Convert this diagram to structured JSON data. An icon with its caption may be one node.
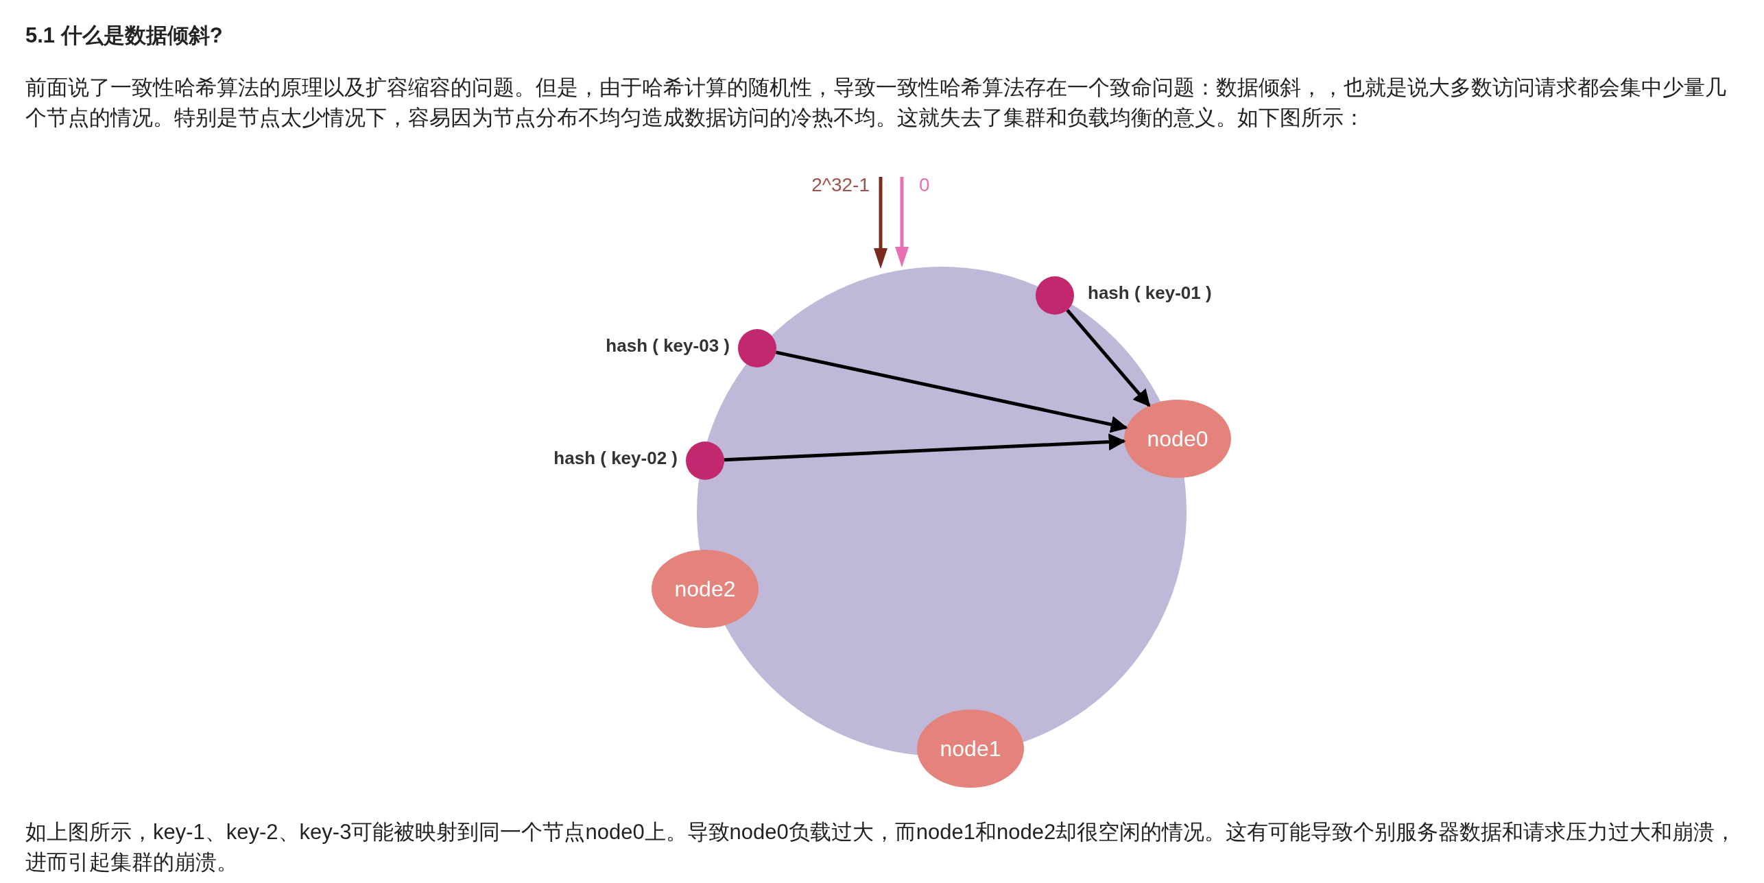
{
  "diagram": {
    "title": "5.1 什么是数据倾斜?",
    "nodes": [
      {
        "text": [],
        "shape": "circle",
        "beside": [
          "hash ( key-01 )"
        ]
      },
      {
        "text": [],
        "shape": "circle",
        "beside": [
          "hash ( key-03 )"
        ]
      },
      {
        "text": [
          "node0"
        ]
      },
      {
        "text": [],
        "shape": "circle",
        "beside": [
          "hash ( key-02 )"
        ]
      },
      {
        "text": [
          "node2"
        ]
      },
      {
        "text": [
          "node1"
        ]
      }
    ],
    "edges": [
      {
        "from": 0,
        "to": 2,
        "arrow": "to"
      },
      {
        "from": 1,
        "to": 2,
        "arrow": "to"
      },
      {
        "from": 3,
        "to": 2,
        "arrow": "to"
      }
    ],
    "labels": [
      "前面说了一致性哈希算法的原理以及扩容缩容的问题。但是，由于哈希计算的随机性，导致一致性哈希算法存在一个致命问题：数据倾斜，，也就是说大多数访问请求都会集中少量几个节点的情况。特别是节点太少情况下，容易因为节点分布不均匀造成数据访问的冷热不均。这就失去了集群和负载均衡的意义。如下图所示：",
      "2^32-1",
      "0",
      "如上图所示，key-1、key-2、key-3可能被映射到同一个节点node0上。导致node0负载过大，而node1和node2却很空闲的情况。这有可能导致个别服务器数据和请求压力过大和崩溃，进而引起集群的崩溃。"
    ]
  }
}
